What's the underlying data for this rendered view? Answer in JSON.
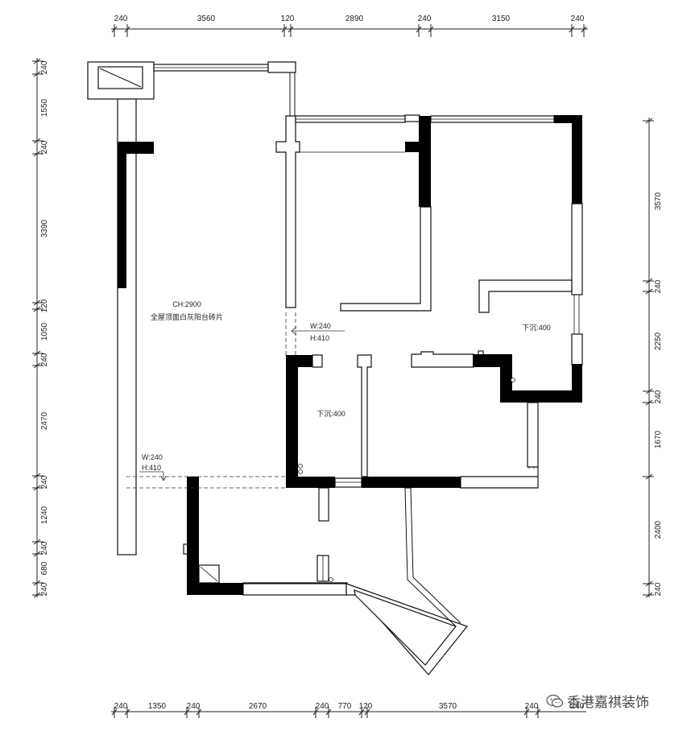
{
  "top_dims": [
    "240",
    "3560",
    "120",
    "2890",
    "240",
    "3150",
    "240"
  ],
  "bottom_dims": [
    "240",
    "1350",
    "240",
    "2670",
    "240",
    "770",
    "120",
    "3570",
    "240",
    "240"
  ],
  "left_dims": [
    "240",
    "1550",
    "240",
    "3390",
    "120",
    "1050",
    "240",
    "2470",
    "240",
    "1240",
    "240",
    "680",
    "240"
  ],
  "right_dims": [
    "3570",
    "240",
    "2250",
    "240",
    "1670",
    "2400",
    "240"
  ],
  "notes": {
    "ceiling_height": "CH:2900",
    "ceiling_finish": "全屋顶面白灰阳台砖片",
    "opening_a_w": "W:240",
    "opening_a_h": "H:410",
    "opening_b_w": "W:240",
    "opening_b_h": "H:410",
    "sunken_1": "下沉:400",
    "sunken_2": "下沉:400"
  },
  "watermark": "香港嘉祺装饰",
  "watermark_icon": "wechat-icon"
}
